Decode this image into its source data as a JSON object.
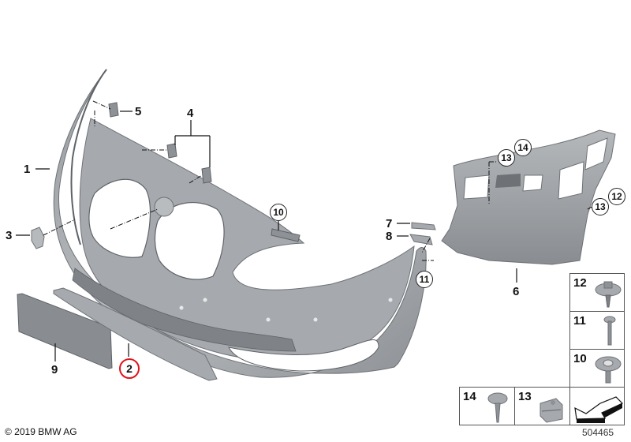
{
  "diagram": {
    "title": "Front bumper trim panel parts diagram",
    "parts_labels": [
      {
        "id": "1",
        "text": "1"
      },
      {
        "id": "2",
        "text": "2",
        "highlighted": true,
        "highlight_color": "#e0141e"
      },
      {
        "id": "3",
        "text": "3"
      },
      {
        "id": "4",
        "text": "4"
      },
      {
        "id": "5",
        "text": "5"
      },
      {
        "id": "6",
        "text": "6"
      },
      {
        "id": "7",
        "text": "7"
      },
      {
        "id": "8",
        "text": "8"
      },
      {
        "id": "9",
        "text": "9"
      }
    ],
    "circled_labels": {
      "c10": "10",
      "c11": "11",
      "c13a": "13",
      "c14": "14",
      "c13b": "13",
      "c12": "12",
      "c2": "2"
    },
    "fastener_boxes": {
      "b12": "12",
      "b11": "11",
      "b10": "10",
      "b14": "14",
      "b13": "13"
    },
    "footer": {
      "copyright": "© 2019 BMW AG",
      "part_number": "504465"
    },
    "colors": {
      "part_gray": "#a9acaf",
      "part_dark": "#7d8185",
      "highlight": "#e0141e"
    }
  }
}
